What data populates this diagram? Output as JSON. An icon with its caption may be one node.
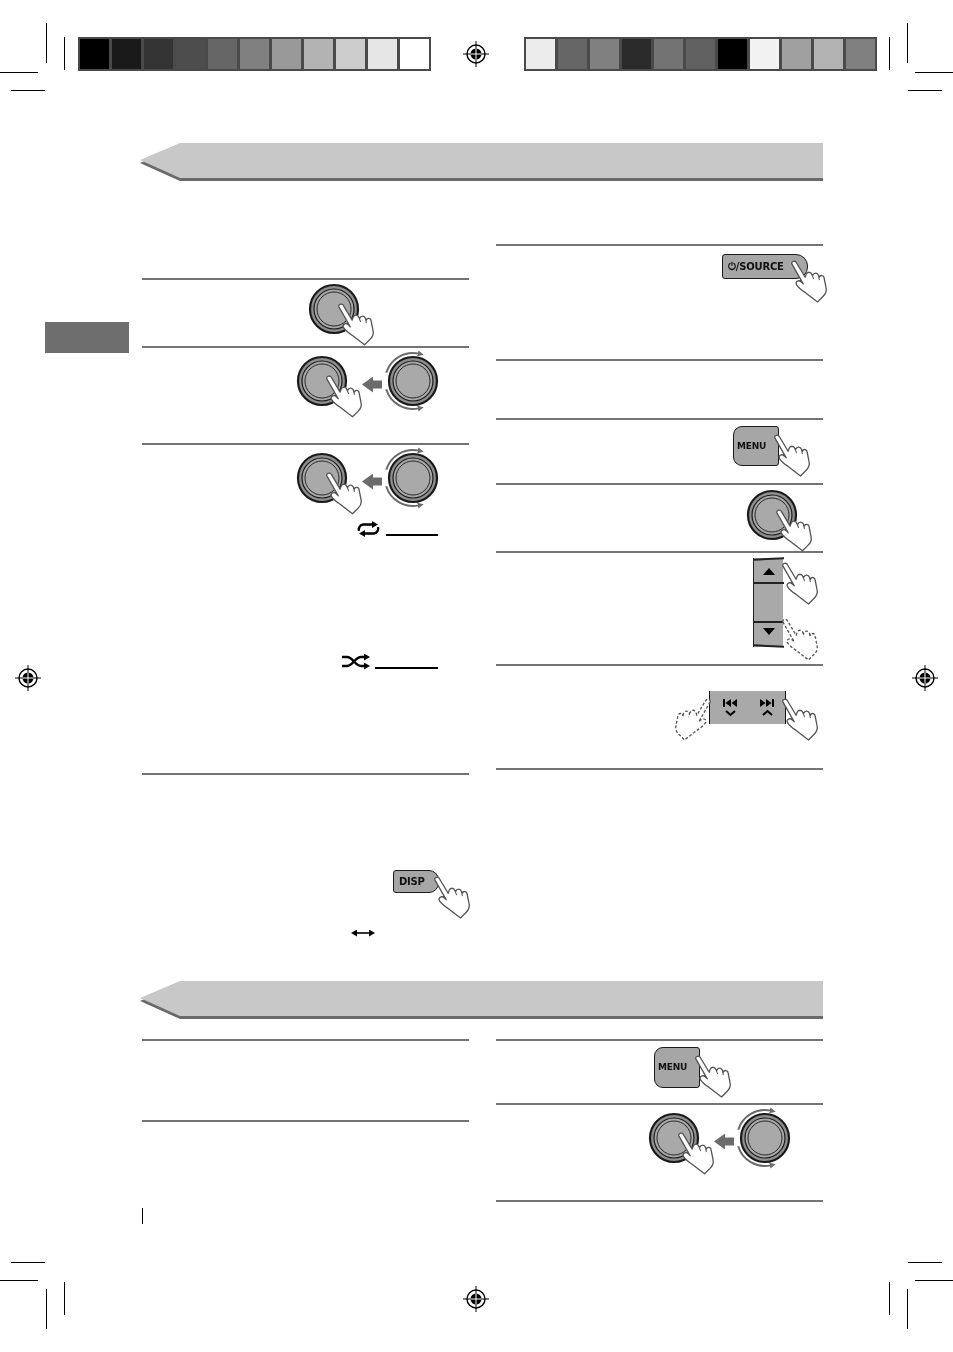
{
  "diagram": {
    "nodes": [
      {
        "text": [],
        "shape": "box"
      },
      {
        "text": [],
        "shape": "picture"
      },
      {
        "text": [],
        "shape": "picture"
      },
      {
        "text": [],
        "shape": "picture"
      },
      {
        "text": [],
        "shape": "picture"
      },
      {
        "text": [],
        "shape": "picture"
      },
      {
        "text": [
          "DISP"
        ]
      },
      {
        "text": [
          "⏻/SOURCE"
        ]
      },
      {
        "text": [
          "MENU"
        ]
      },
      {
        "text": [],
        "shape": "picture"
      },
      {
        "text": [
          "MENU"
        ]
      },
      {
        "text": [],
        "shape": "picture"
      },
      {
        "text": [],
        "shape": "picture"
      }
    ],
    "edges": [
      {
        "from": 3,
        "to": 2,
        "arrow": "to"
      },
      {
        "from": 5,
        "to": 4,
        "arrow": "to"
      },
      {
        "from": 12,
        "to": 11,
        "arrow": "to"
      }
    ]
  }
}
